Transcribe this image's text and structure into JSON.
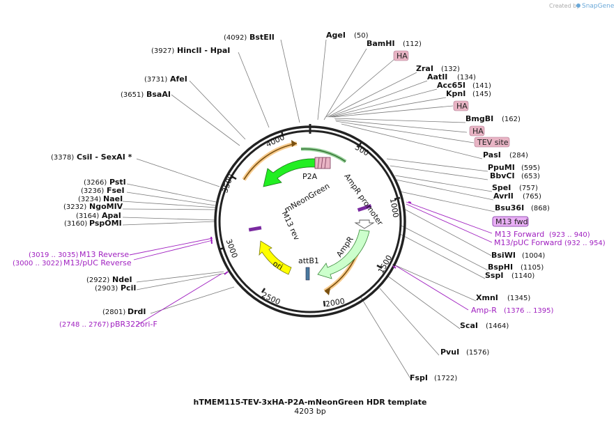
{
  "credit": {
    "prefix": "Created by",
    "brand": "SnapGene"
  },
  "title": "hTMEM115-TEV-3xHA-P2A-mNeonGreen HDR template",
  "length": "4203 bp",
  "ticks": [
    "500",
    "1000",
    "1500",
    "2000",
    "2500",
    "3000",
    "3500",
    "4000"
  ],
  "sites": [
    {
      "name": "AgeI",
      "pos": "(50)"
    },
    {
      "name": "BamHI",
      "pos": "(112)"
    },
    {
      "name": "ZraI",
      "pos": "(132)"
    },
    {
      "name": "AatII",
      "pos": "(134)"
    },
    {
      "name": "Acc65I",
      "pos": "(141)"
    },
    {
      "name": "KpnI",
      "pos": "(145)"
    },
    {
      "name": "BmgBI",
      "pos": "(162)"
    },
    {
      "name": "PasI",
      "pos": "(284)"
    },
    {
      "name": "PpuMI",
      "pos": "(595)"
    },
    {
      "name": "BbvCI",
      "pos": "(653)"
    },
    {
      "name": "SpeI",
      "pos": "(757)"
    },
    {
      "name": "AvrII",
      "pos": "(765)"
    },
    {
      "name": "Bsu36I",
      "pos": "(868)"
    },
    {
      "name": "BsiWI",
      "pos": "(1004)"
    },
    {
      "name": "BspHI",
      "pos": "(1105)"
    },
    {
      "name": "SspI",
      "pos": "(1140)"
    },
    {
      "name": "XmnI",
      "pos": "(1345)"
    },
    {
      "name": "ScaI",
      "pos": "(1464)"
    },
    {
      "name": "PvuI",
      "pos": "(1576)"
    },
    {
      "name": "FspI",
      "pos": "(1722)"
    },
    {
      "name": "DrdI",
      "pos": "(2801)"
    },
    {
      "name": "PciI",
      "pos": "(2903)"
    },
    {
      "name": "NdeI",
      "pos": "(2922)"
    },
    {
      "name": "PspOMI",
      "pos": "(3160)"
    },
    {
      "name": "ApaI",
      "pos": "(3164)"
    },
    {
      "name": "NgoMIV",
      "pos": "(3232)"
    },
    {
      "name": "NaeI",
      "pos": "(3234)"
    },
    {
      "name": "FseI",
      "pos": "(3236)"
    },
    {
      "name": "PstI",
      "pos": "(3266)"
    },
    {
      "name": "CsiI  - SexAI *",
      "pos": "(3378)"
    },
    {
      "name": "BsaAI",
      "pos": "(3651)"
    },
    {
      "name": "AfeI",
      "pos": "(3731)"
    },
    {
      "name": "HincII  - HpaI",
      "pos": "(3927)"
    },
    {
      "name": "BstEII",
      "pos": "(4092)"
    }
  ],
  "tags": [
    "HA",
    "HA",
    "HA",
    "TEV site",
    "M13 fwd"
  ],
  "primers": [
    {
      "name": "M13 Forward",
      "pos": "(923 .. 940)"
    },
    {
      "name": "M13/pUC Forward",
      "pos": "(932 .. 954)"
    },
    {
      "name": "Amp-R",
      "pos": "(1376 .. 1395)"
    },
    {
      "name": "pBR322ori-F",
      "pos": "(2748 .. 2767)"
    },
    {
      "name": "M13/pUC Reverse",
      "pos": "(3000 .. 3022)"
    },
    {
      "name": "M13 Reverse",
      "pos": "(3019 .. 3035)"
    }
  ],
  "features": {
    "p2a": "P2A",
    "mneon": "mNeonGreen",
    "amp_promoter": "AmpR promoter",
    "ampr": "AmpR",
    "ori": "ori",
    "attb1": "attB1",
    "m13rev": "M13 rev"
  },
  "colors": {
    "mneon": "#22ee22",
    "ampr": "#ccffcc",
    "ori": "#ffff00",
    "ha": "#e8b4c4",
    "m13fwd": "#e9b0f5",
    "primer": "#a020c0",
    "homology": "#f0a030"
  }
}
